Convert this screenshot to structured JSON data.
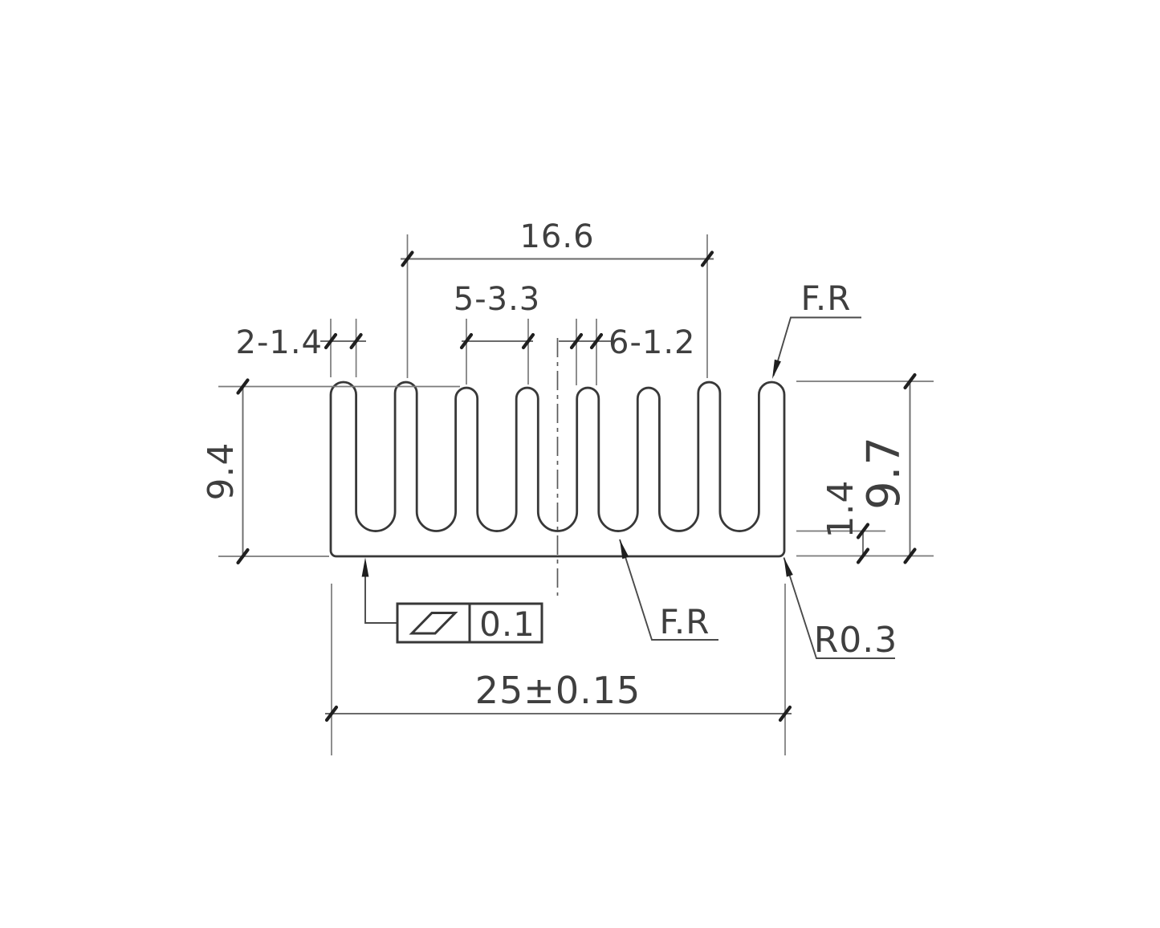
{
  "drawing": {
    "subject": "heatsink-extrusion-cross-section",
    "background": "#ffffff",
    "colors": {
      "outline": "#383838",
      "dimension_lines": "#6a6a6a",
      "extension_lines": "#7a7a7a",
      "text": "#3f3f3f",
      "ticks_and_arrows": "#1f1f1f"
    },
    "dimensions": {
      "top_span": "16.6",
      "fin_pitch": "5-3.3",
      "outer_fin_width": "2-1.4",
      "inner_fin_width": "6-1.2",
      "inner_fin_height": "9.4",
      "overall_height": "9.7",
      "base_thickness": "1.4",
      "overall_width": "25±0.15"
    },
    "callouts": {
      "fillet_top": "F.R",
      "fillet_slot": "F.R",
      "corner_radius": "R0.3"
    },
    "tolerance_frame": {
      "symbol_name": "flatness-symbol",
      "value": "0.1"
    }
  }
}
